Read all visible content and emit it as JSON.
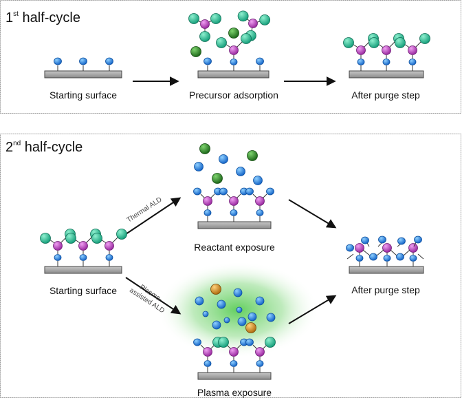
{
  "panel1": {
    "title_num": "1",
    "title_sup": "st",
    "title_rest": " half-cycle",
    "label_start": "Starting surface",
    "label_adsorption": "Precursor adsorption",
    "label_purge": "After purge step"
  },
  "panel2": {
    "title_num": "2",
    "title_sup": "nd",
    "title_rest": " half-cycle",
    "label_start": "Starting surface",
    "label_reactant": "Reactant exposure",
    "label_plasma": "Plasma exposure",
    "label_purge": "After purge step",
    "arrow_thermal": "Thermal ALD",
    "arrow_plasma_line1": "Plasma-",
    "arrow_plasma_line2": "assisted ALD"
  },
  "colors": {
    "substrate": "#999999",
    "blue_atom": "#1e7fd8",
    "magenta_atom": "#b13bb8",
    "green_ligand": "#27b893",
    "dark_green": "#2f8a2a",
    "orange": "#d48a1a",
    "plasma_glow": "#3cc23a"
  }
}
